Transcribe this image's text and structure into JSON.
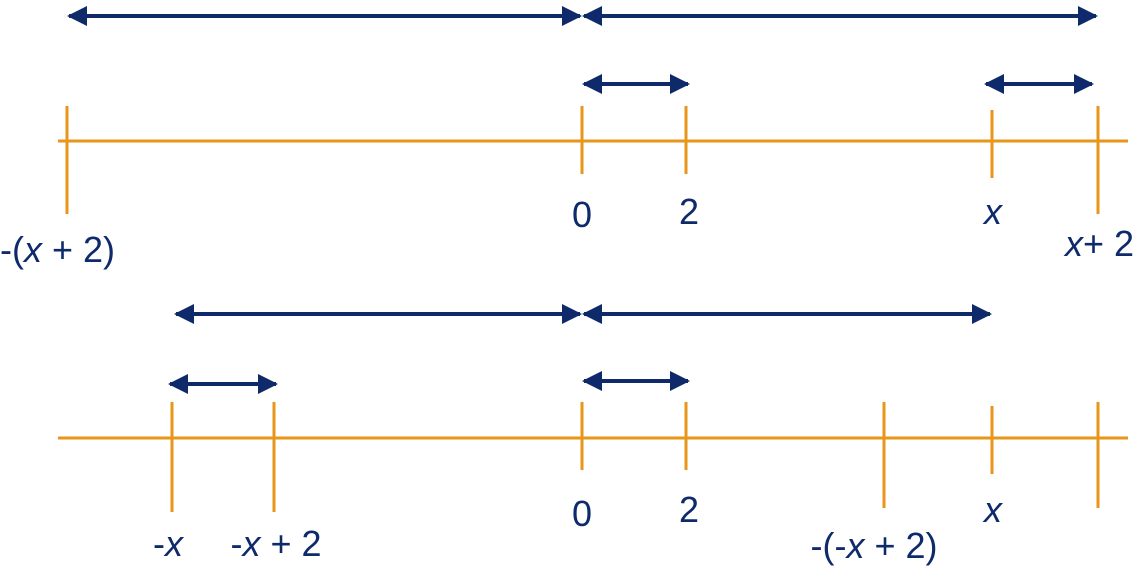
{
  "colors": {
    "axis": "#E8961A",
    "arrow": "#0E2A6B",
    "text": "#0E2A6B"
  },
  "top_diagram": {
    "labels": {
      "neg_x_plus_2": "-(x + 2)",
      "zero": "0",
      "two": "2",
      "x": "x",
      "x_plus_2": "x+ 2"
    }
  },
  "bottom_diagram": {
    "labels": {
      "neg_x": "-x",
      "neg_x_plus_2": "-x + 2",
      "zero": "0",
      "two": "2",
      "neg_neg_x_plus_2": "-(-x + 2)",
      "x": "x"
    }
  }
}
